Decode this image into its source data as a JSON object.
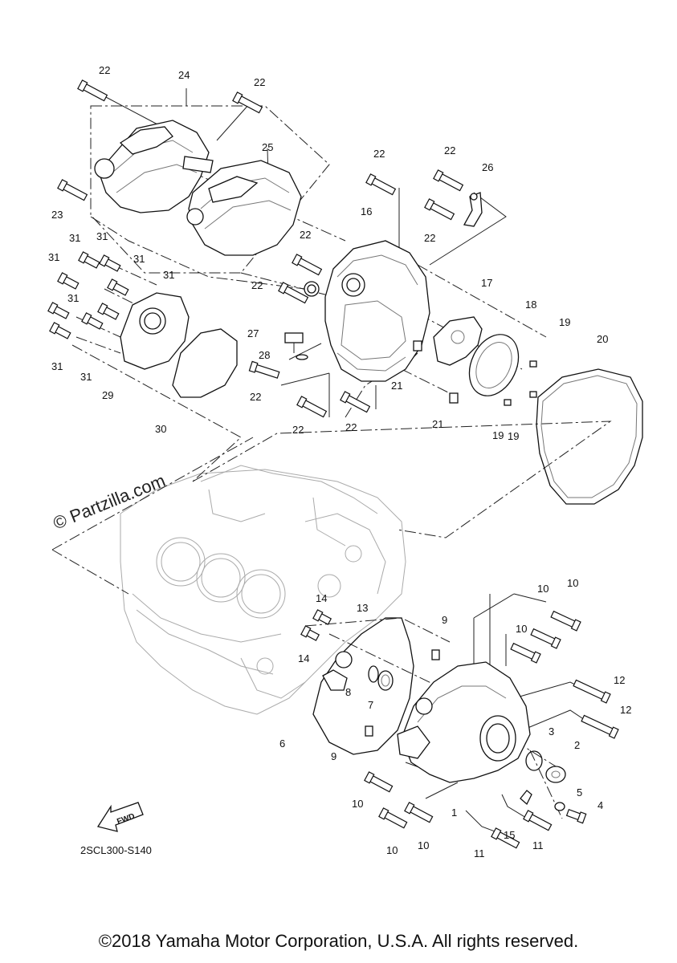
{
  "diagram_code": "2SCL300-S140",
  "watermark": "© Partzilla.com",
  "copyright": "©2018 Yamaha Motor Corporation, U.S.A. All rights reserved.",
  "fwd_label": "FWD",
  "callouts": {
    "c22a": "22",
    "c24": "24",
    "c22b": "22",
    "c25": "25",
    "c23": "23",
    "c22c": "22",
    "c22d": "22",
    "c26": "26",
    "c22e": "22",
    "c16": "16",
    "c22f": "22",
    "c22g": "22",
    "c17": "17",
    "c18": "18",
    "c19a": "19",
    "c20": "20",
    "c27": "27",
    "c28": "28",
    "c22h": "22",
    "c21a": "21",
    "c21b": "21",
    "c22i": "22",
    "c22j": "22",
    "c19b": "19",
    "c19c": "19",
    "c31a": "31",
    "c31b": "31",
    "c31c": "31",
    "c31d": "31",
    "c31e": "31",
    "c31f": "31",
    "c31g": "31",
    "c31h": "31",
    "c29": "29",
    "c30": "30",
    "c10a": "10",
    "c10b": "10",
    "c10c": "10",
    "c14a": "14",
    "c13": "13",
    "c9a": "9",
    "c14b": "14",
    "c8": "8",
    "c7": "7",
    "c12a": "12",
    "c12b": "12",
    "c6": "6",
    "c9b": "9",
    "c3": "3",
    "c2": "2",
    "c10d": "10",
    "c1": "1",
    "c5": "5",
    "c4": "4",
    "c15": "15",
    "c10e": "10",
    "c10f": "10",
    "c11a": "11",
    "c11b": "11"
  }
}
